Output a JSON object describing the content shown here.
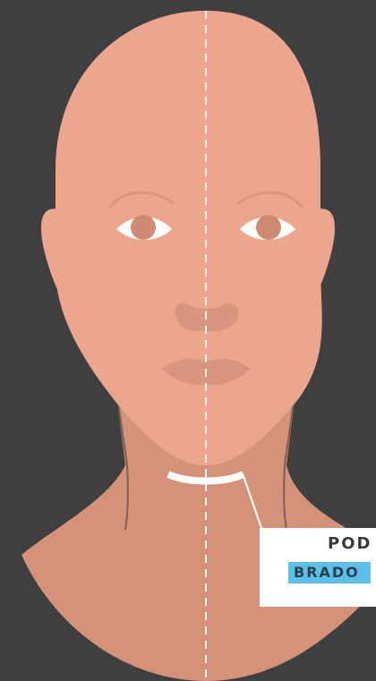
{
  "callout": {
    "line1": "POD",
    "line2": "BRADO"
  },
  "colors": {
    "background": "#3f3f3f",
    "skin_face": "#eda68e",
    "skin_neck": "#d49279",
    "skin_shadow": "#b67a63",
    "eye_white": "#ffffff",
    "iris": "#cf8a72",
    "marker": "#ffffff",
    "highlight": "#5bc1e8"
  },
  "icons": {
    "head": "head-illustration",
    "midline": "dashed-midline",
    "chin_marker": "curved-marker"
  }
}
